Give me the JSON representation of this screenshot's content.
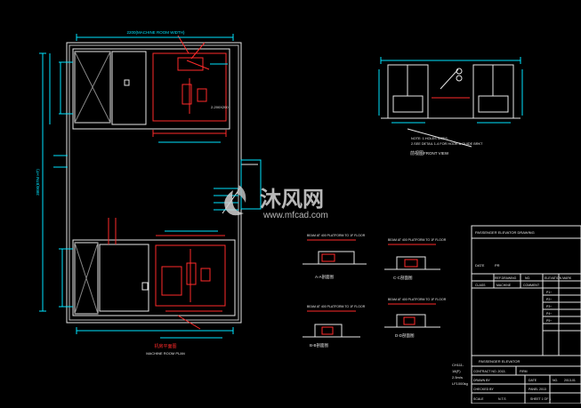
{
  "drawing": {
    "background": "#000000",
    "colors": {
      "red": "#ff2a2a",
      "cyan": "#00e5ff",
      "white": "#e6e6e6",
      "yellow": "#ffff00",
      "green": "#00c060",
      "magenta": "#ff40ff"
    }
  },
  "plan": {
    "top_dim": "2200(MACHINE ROOM WIDTH)",
    "side_dim": "3800(BTM HT)",
    "title_cn": "机房平面图",
    "title_en": "MACHINE ROOM PLAN",
    "detail_label": "2-200X200"
  },
  "elevation": {
    "title_cn": "前视图",
    "title_en": "FRONT VIEW",
    "note_lines": [
      "NOTE: 1.HOLES SIZES",
      "2.SEE DETAIL 1-4 FOR HOOK & GUIDE BRKT"
    ]
  },
  "sections": [
    {
      "label": "A-A剖面图",
      "note": "BEAM AT 400 PLATFORM TO 1F FLOOR"
    },
    {
      "label": "B-B剖面图",
      "note": "BEAM AT 400 PLATFORM TO 1F FLOOR"
    },
    {
      "label": "C-C剖面图",
      "note": "BEAM AT 400 PLATFORM TO 1F FLOOR"
    },
    {
      "label": "D-D剖面图",
      "note": "BEAM AT 400 PLATFORM TO 1F FLOOR"
    }
  ],
  "spec_block": {
    "lines": [
      "CH111-",
      "18(F)",
      "2.5m/s",
      "LF1000kg"
    ]
  },
  "title_block": {
    "header": "PASSENGER ELEVATOR DRAWING",
    "rows": [
      [
        "DATE",
        "PR"
      ],
      [
        "REF.DRAWING",
        "NO.",
        "ELEVATION MARK"
      ],
      [
        "CLASS",
        "MACHINE",
        "COMMENT"
      ]
    ],
    "elev_rows": [
      "P1~",
      "P2~",
      "P3~",
      "P4~",
      "P5~"
    ],
    "footer_title": "PASSENGER ELEVATOR",
    "footer_rows": [
      [
        "CONTRACT NO. 2013-",
        "FIRM"
      ],
      [
        "DRAWN BY",
        "DATE",
        "NO.",
        "2013-01"
      ],
      [
        "CHECKED BY",
        "PANEL 2013"
      ],
      [
        "SCALE",
        "N.T.S",
        "SHEET 1 OF 1"
      ]
    ]
  },
  "watermark": {
    "brand_cn": "沐风网",
    "url": "www.mfcad.com"
  }
}
